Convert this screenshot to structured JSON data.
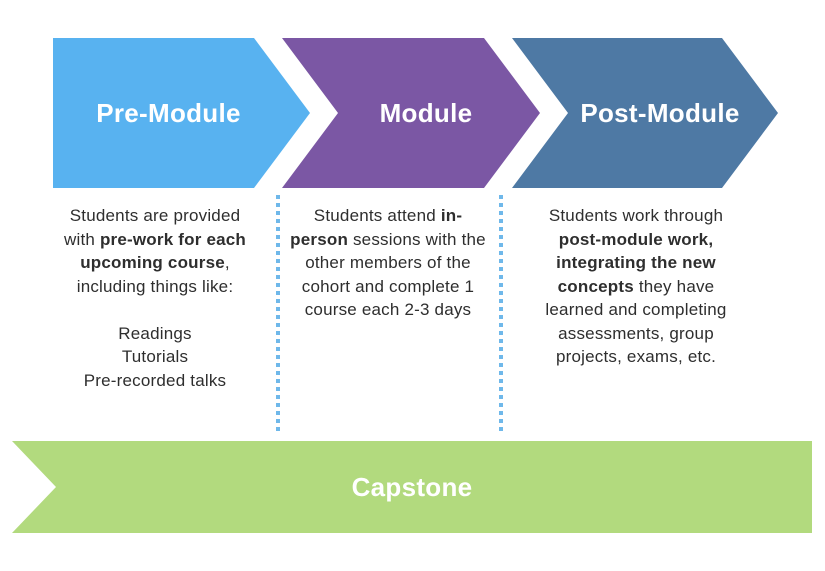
{
  "arrows": [
    {
      "label": "Pre-Module",
      "color": "#58B2F0"
    },
    {
      "label": "Module",
      "color": "#7B57A4"
    },
    {
      "label": "Post-Module",
      "color": "#4E79A4"
    }
  ],
  "columns": [
    {
      "lines": [
        [
          {
            "t": "Students are provided"
          }
        ],
        [
          {
            "t": "with "
          },
          {
            "t": "pre-work for each",
            "b": true
          }
        ],
        [
          {
            "t": "upcoming course",
            "b": true
          },
          {
            "t": ","
          }
        ],
        [
          {
            "t": "including things like:"
          }
        ],
        [
          {
            "t": ""
          }
        ],
        [
          {
            "t": "Readings"
          }
        ],
        [
          {
            "t": "Tutorials"
          }
        ],
        [
          {
            "t": "Pre-recorded talks"
          }
        ]
      ]
    },
    {
      "lines": [
        [
          {
            "t": "Students attend "
          },
          {
            "t": "in-",
            "b": true
          }
        ],
        [
          {
            "t": "person",
            "b": true
          },
          {
            "t": " sessions with the"
          }
        ],
        [
          {
            "t": "other members of the"
          }
        ],
        [
          {
            "t": "cohort and complete 1"
          }
        ],
        [
          {
            "t": "course each 2-3 days"
          }
        ]
      ]
    },
    {
      "lines": [
        [
          {
            "t": "Students work through"
          }
        ],
        [
          {
            "t": "post-module work,",
            "b": true
          }
        ],
        [
          {
            "t": "integrating the new",
            "b": true
          }
        ],
        [
          {
            "t": "concepts",
            "b": true
          },
          {
            "t": " they have"
          }
        ],
        [
          {
            "t": "learned and completing"
          }
        ],
        [
          {
            "t": "assessments, group"
          }
        ],
        [
          {
            "t": "projects, exams, etc."
          }
        ]
      ]
    }
  ],
  "capstone": {
    "label": "Capstone",
    "color": "#B2DA7E"
  },
  "divider": {
    "color": "#6FB8EA"
  },
  "colors": {
    "background": "#FFFFFF",
    "body_text": "#2E2E2E",
    "arrow_label_text": "#FFFFFF"
  }
}
